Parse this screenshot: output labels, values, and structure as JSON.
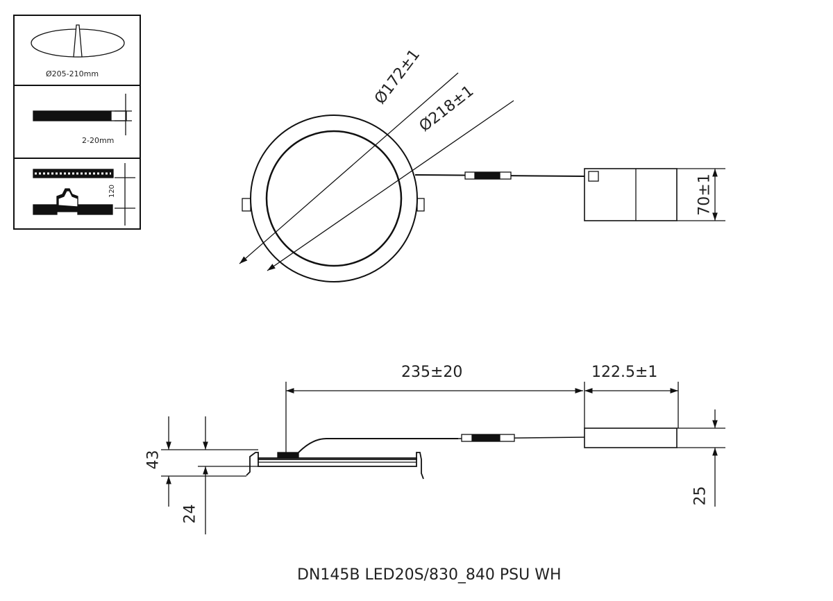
{
  "legend": {
    "cutout": "Ø205-210mm",
    "ceiling_thickness": "2-20mm",
    "insulation_clearance": "120"
  },
  "top_view": {
    "inner_diameter": "Ø172±1",
    "outer_diameter": "Ø218±1",
    "driver_width": "70±1"
  },
  "side_view": {
    "cable_length": "235±20",
    "driver_length": "122.5±1",
    "total_height": "43",
    "recessed_height": "24",
    "driver_height": "25"
  },
  "product_name": "DN145B LED20S/830_840 PSU WH"
}
